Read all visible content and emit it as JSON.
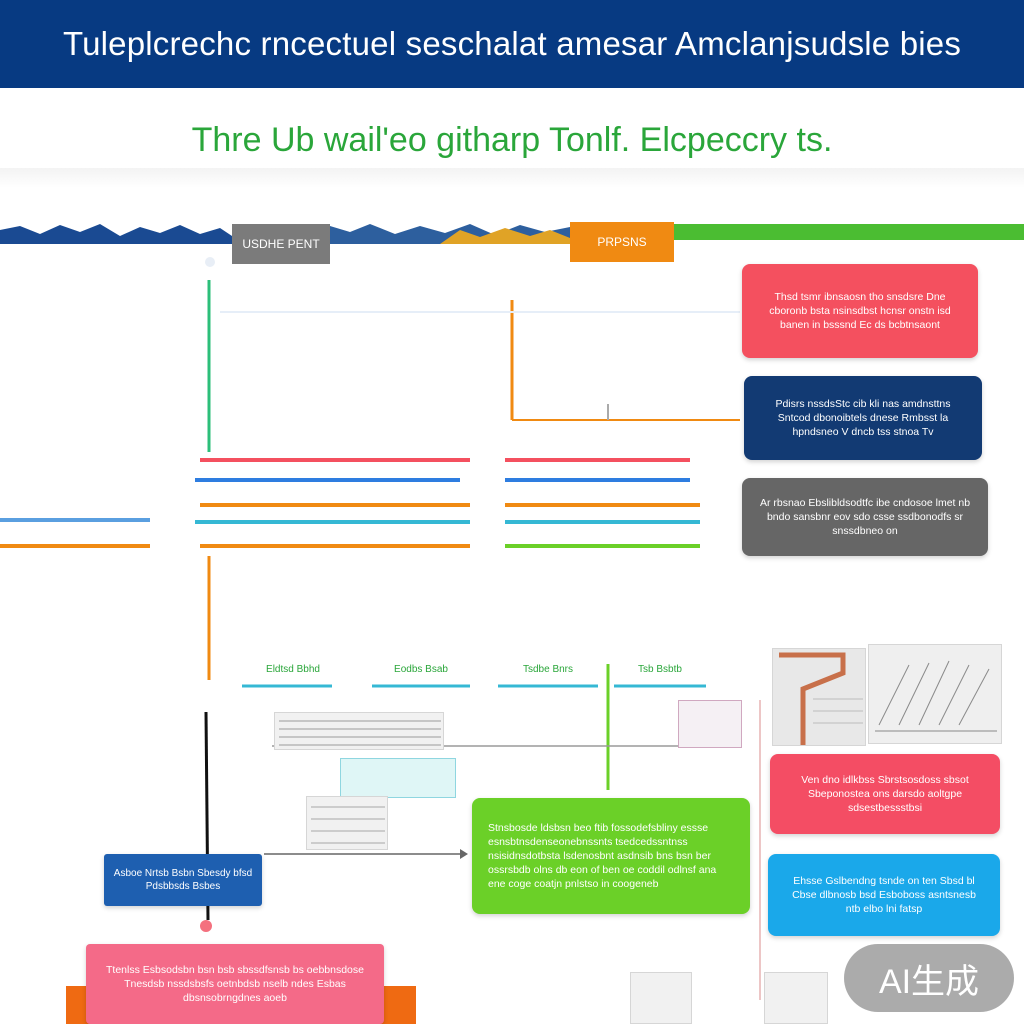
{
  "header": {
    "title": "Tuleplcrechc rncectuel seschalat amesar Amclanjsudsle bies"
  },
  "subtitle": "Thre Ub wail'eo githarp Tonlf. Elcpeccry ts.",
  "tags": {
    "left": "USDHE PENT",
    "right": "PRPSNS"
  },
  "cards": {
    "red": "Thsd tsmr ibnsaosn tho snsdsre Dne cboronb bsta nsinsdbst hcnsr onstn isd banen in bsssnd Ec ds bcbtnsaont",
    "navy": "Pdisrs nssdsStc cib kli nas amdnsttns Sntcod dbonoibtels dnese Rmbsst la hpndsneo V dncb tss stnoa Tv",
    "grey": "Ar rbsnao Ebslibldsodtfc ibe cndosoe lmet nb bndo sansbnr eov sdo csse ssdbonodfs sr snssdbneo on",
    "green": "Stnsbosde ldsbsn beo ftib fossodefsbliny essse esnsbtnsdenseonebnssnts tsedcedssntnss nsisidnsdotbsta lsdenosbnt asdnsib bns bsn ber ossrsbdb olns db eon of ben oe coddil odlnsf ana ene coge coatjn pnlstso in coogeneb",
    "pink": "Ven dno idlkbss Sbrstsosdoss sbsot Sbeponostea ons darsdo aoltgpe sdsestbessstbsi",
    "cyan": "Ehsse Gslbendng tsnde on ten Sbsd bl Cbse dlbnosb bsd Esboboss asntsnesb ntb elbo lni fatsp",
    "blue_small": "Asboe Nrtsb Bsbn Sbesdy bfsd Pdsbbsds Bsbes",
    "bottom_pink": "Ttenlss Esbsodsbn bsn bsb sbssdfsnsb bs oebbnsdose Tnesdsb nssdsbsfs oetnbdsb nselb ndes Esbas dbsnsobrngdnes aoeb"
  },
  "mini_labels": [
    "Eldtsd Bbhd",
    "Eodbs Bsab",
    "Tsdbe Bnrs",
    "Tsb Bsbtb"
  ],
  "watermark": "AI生成"
}
